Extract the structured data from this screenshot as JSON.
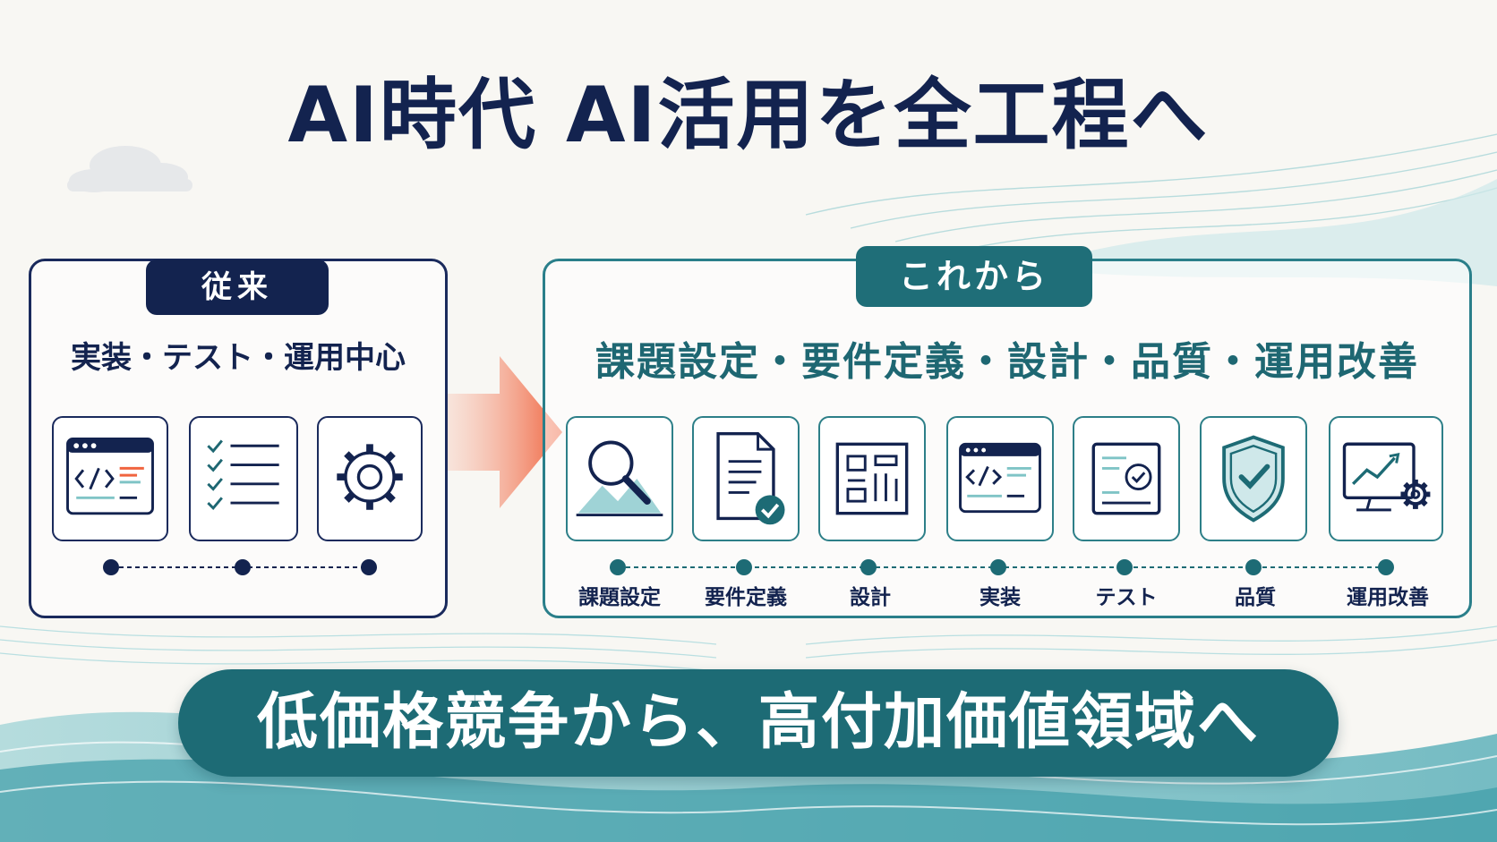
{
  "title": "AI時代 AI活用を全工程へ",
  "left_panel": {
    "tag": "従来",
    "subtitle": "実装・テスト・運用中心",
    "icons": [
      "code-window-icon",
      "checklist-icon",
      "gear-icon"
    ]
  },
  "right_panel": {
    "tag": "これから",
    "subtitle": "課題設定・要件定義・設計・品質・運用改善",
    "steps": [
      {
        "label": "課題設定",
        "icon": "magnifier-mountain-icon"
      },
      {
        "label": "要件定義",
        "icon": "document-check-icon"
      },
      {
        "label": "設計",
        "icon": "layout-blueprint-icon"
      },
      {
        "label": "実装",
        "icon": "code-window-icon"
      },
      {
        "label": "テスト",
        "icon": "test-report-icon"
      },
      {
        "label": "品質",
        "icon": "shield-check-icon"
      },
      {
        "label": "運用改善",
        "icon": "monitor-chart-gear-icon"
      }
    ]
  },
  "banner": "低価格競争から、高付加価値領域へ",
  "colors": {
    "navy": "#13234f",
    "teal": "#1d6b75",
    "teal_text": "#1e6772",
    "accent_orange": "#f0643f",
    "accent_teal_light": "#7fc4c6",
    "background": "#f8f7f3"
  }
}
